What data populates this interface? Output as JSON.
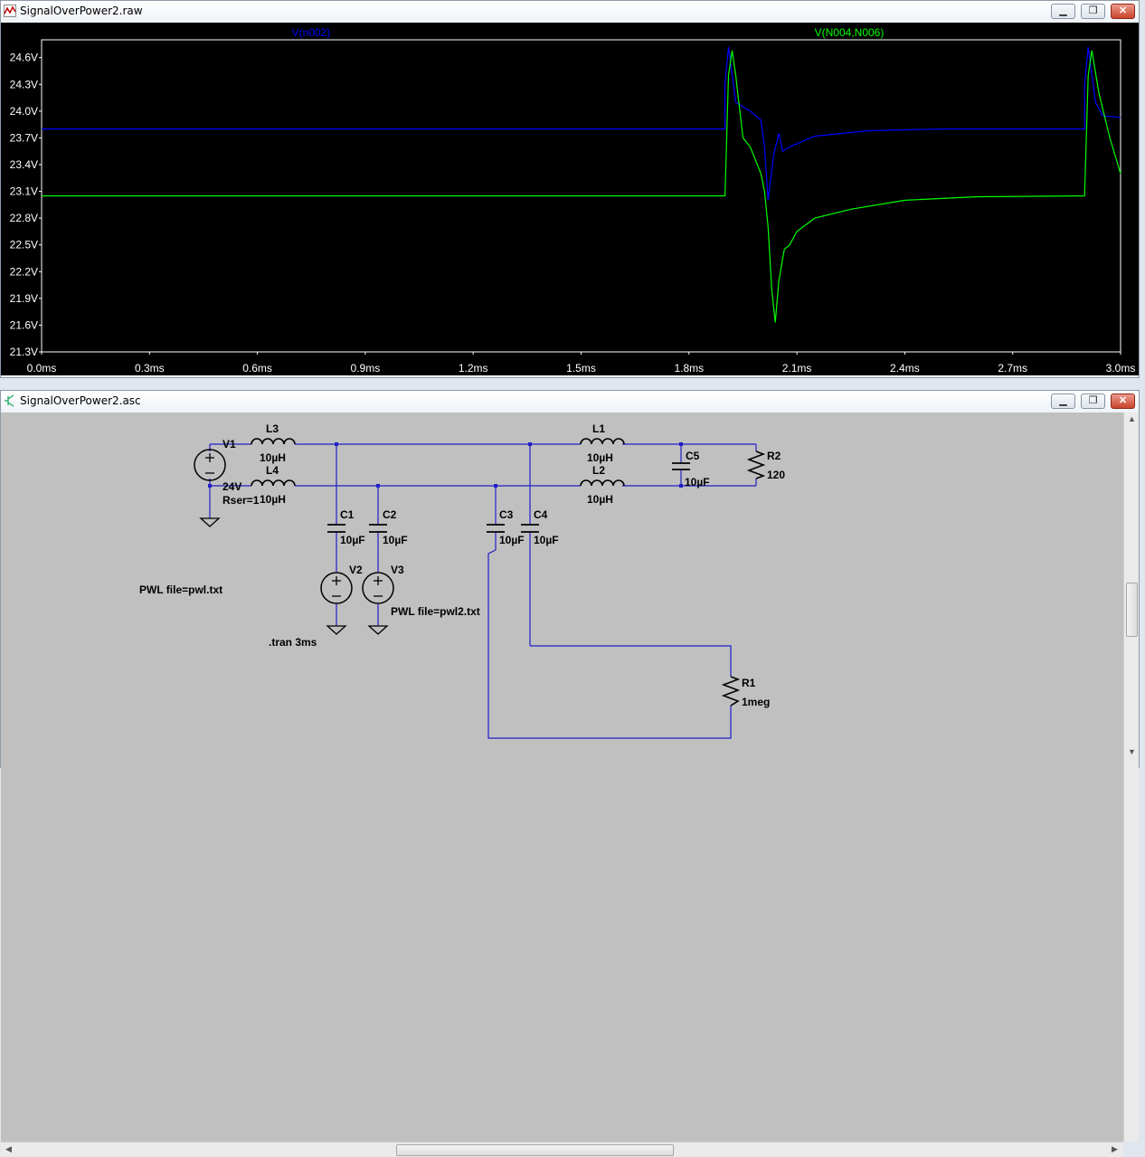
{
  "waveform_window": {
    "title": "SignalOverPower2.raw",
    "traces": [
      {
        "name": "V(n002)",
        "color": "#0000ff"
      },
      {
        "name": "V(N004,N006)",
        "color": "#00ff00"
      }
    ],
    "y_ticks": [
      "24.6V",
      "24.3V",
      "24.0V",
      "23.7V",
      "23.4V",
      "23.1V",
      "22.8V",
      "22.5V",
      "22.2V",
      "21.9V",
      "21.6V",
      "21.3V"
    ],
    "x_ticks": [
      "0.0ms",
      "0.3ms",
      "0.6ms",
      "0.9ms",
      "1.2ms",
      "1.5ms",
      "1.8ms",
      "2.1ms",
      "2.4ms",
      "2.7ms",
      "3.0ms"
    ]
  },
  "chart_data": {
    "type": "line",
    "xlabel": "",
    "ylabel": "",
    "xlim": [
      0.0,
      3.0
    ],
    "ylim": [
      21.3,
      24.8
    ],
    "x_unit": "ms",
    "y_unit": "V",
    "series": [
      {
        "name": "V(n002)",
        "color": "#0000ff",
        "points": [
          [
            0.0,
            23.8
          ],
          [
            1.9,
            23.8
          ],
          [
            1.9,
            24.3
          ],
          [
            1.91,
            24.72
          ],
          [
            1.93,
            24.1
          ],
          [
            1.97,
            24.0
          ],
          [
            2.0,
            23.9
          ],
          [
            2.01,
            23.6
          ],
          [
            2.02,
            23.0
          ],
          [
            2.035,
            23.5
          ],
          [
            2.05,
            23.75
          ],
          [
            2.06,
            23.55
          ],
          [
            2.08,
            23.6
          ],
          [
            2.15,
            23.72
          ],
          [
            2.3,
            23.78
          ],
          [
            2.5,
            23.8
          ],
          [
            2.9,
            23.8
          ],
          [
            2.9,
            24.3
          ],
          [
            2.91,
            24.72
          ],
          [
            2.93,
            24.1
          ],
          [
            2.95,
            23.95
          ],
          [
            3.0,
            23.93
          ]
        ]
      },
      {
        "name": "V(N004,N006)",
        "color": "#00ff00",
        "points": [
          [
            0.0,
            23.05
          ],
          [
            1.9,
            23.05
          ],
          [
            1.91,
            24.4
          ],
          [
            1.92,
            24.68
          ],
          [
            1.93,
            24.4
          ],
          [
            1.95,
            23.7
          ],
          [
            1.97,
            23.6
          ],
          [
            1.99,
            23.4
          ],
          [
            2.0,
            23.3
          ],
          [
            2.01,
            23.1
          ],
          [
            2.02,
            22.7
          ],
          [
            2.03,
            22.0
          ],
          [
            2.04,
            21.63
          ],
          [
            2.05,
            22.1
          ],
          [
            2.065,
            22.45
          ],
          [
            2.08,
            22.5
          ],
          [
            2.1,
            22.65
          ],
          [
            2.15,
            22.8
          ],
          [
            2.25,
            22.9
          ],
          [
            2.4,
            23.0
          ],
          [
            2.6,
            23.04
          ],
          [
            2.9,
            23.05
          ],
          [
            2.91,
            24.4
          ],
          [
            2.92,
            24.68
          ],
          [
            2.94,
            24.2
          ],
          [
            2.97,
            23.7
          ],
          [
            3.0,
            23.3
          ]
        ]
      }
    ],
    "grid": false,
    "legend": "top"
  },
  "schematic_window": {
    "title": "SignalOverPower2.asc",
    "components": [
      {
        "ref": "V1",
        "value": "24V",
        "extra": "Rser=1"
      },
      {
        "ref": "L3",
        "value": "10µH"
      },
      {
        "ref": "L4",
        "value": "10µH"
      },
      {
        "ref": "L1",
        "value": "10µH"
      },
      {
        "ref": "L2",
        "value": "10µH"
      },
      {
        "ref": "C5",
        "value": "10µF"
      },
      {
        "ref": "R2",
        "value": "120"
      },
      {
        "ref": "C1",
        "value": "10µF"
      },
      {
        "ref": "C2",
        "value": "10µF"
      },
      {
        "ref": "C3",
        "value": "10µF"
      },
      {
        "ref": "C4",
        "value": "10µF"
      },
      {
        "ref": "V2",
        "value": ""
      },
      {
        "ref": "V3",
        "value": ""
      },
      {
        "ref": "R1",
        "value": "1meg"
      }
    ],
    "directives": {
      "pwl1": "PWL file=pwl.txt",
      "pwl2": "PWL file=pwl2.txt",
      "tran": ".tran 3ms"
    }
  }
}
